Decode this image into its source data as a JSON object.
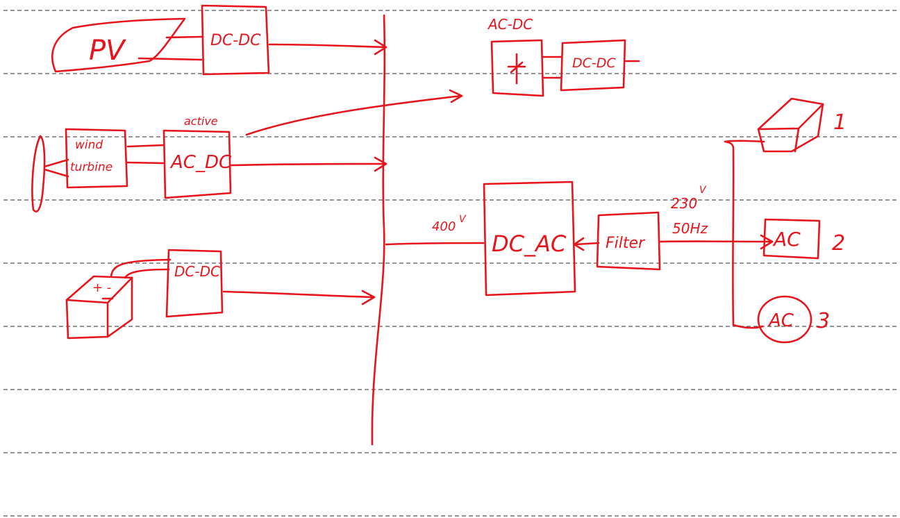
{
  "page": {
    "colors": {
      "ink": "#e8141c",
      "rule": "#555555",
      "background": "#ffffff"
    }
  },
  "sources": {
    "pv": {
      "label": "PV",
      "converter": "DC-DC"
    },
    "wind": {
      "label_line1": "wind",
      "label_line2": "turbine",
      "converter": "AC_DC",
      "note": "active"
    },
    "battery": {
      "terminals": "+ -",
      "converter": "DC-DC"
    }
  },
  "dc_bus": {
    "voltage": "400",
    "voltage_unit": "V"
  },
  "acdc_branch": {
    "title": "AC-DC",
    "converter": "DC-DC"
  },
  "inverter": {
    "label": "DC_AC",
    "filter": "Filter"
  },
  "ac_bus": {
    "voltage": "230",
    "voltage_unit": "V",
    "frequency": "50Hz"
  },
  "loads": [
    {
      "number": "1",
      "label": ""
    },
    {
      "number": "2",
      "label": "AC"
    },
    {
      "number": "3",
      "label": "AC"
    }
  ]
}
